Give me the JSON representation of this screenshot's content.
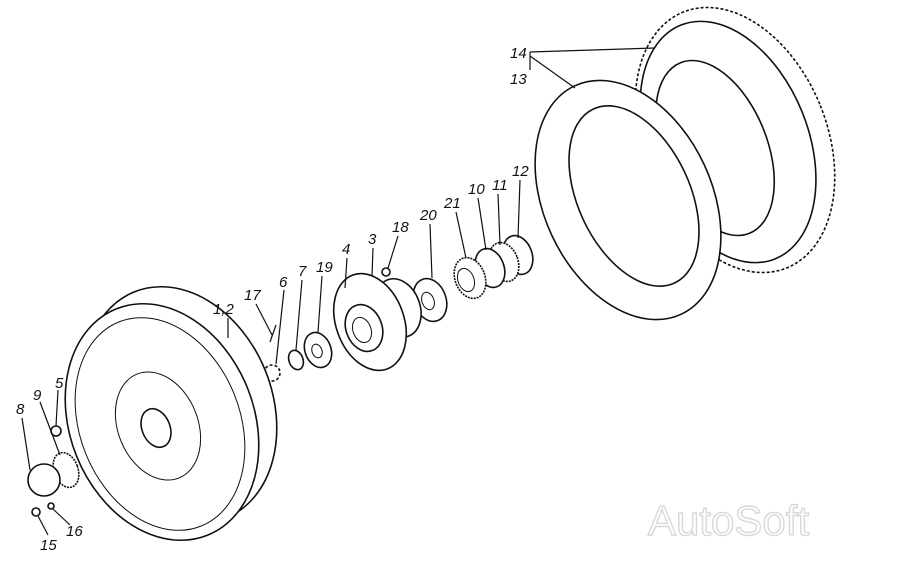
{
  "labels": {
    "l14": "14",
    "l13": "13",
    "l12": "12",
    "l11": "11",
    "l10": "10",
    "l21": "21",
    "l20": "20",
    "l18": "18",
    "l3": "3",
    "l4": "4",
    "l19": "19",
    "l7": "7",
    "l6": "6",
    "l17": "17",
    "l1_2": "1,2",
    "l5": "5",
    "l9": "9",
    "l8": "8",
    "l15": "15",
    "l16": "16"
  },
  "watermark": "AutoSoft"
}
